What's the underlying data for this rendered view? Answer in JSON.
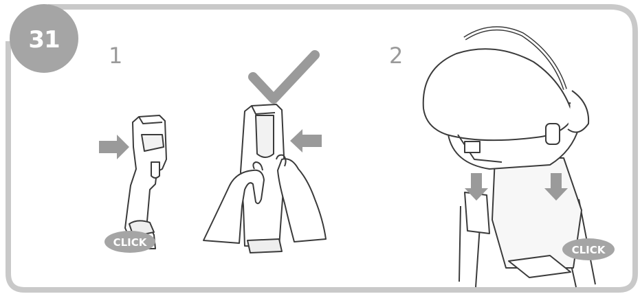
{
  "step": {
    "number": "31"
  },
  "substeps": [
    {
      "label": "1"
    },
    {
      "label": "2"
    }
  ],
  "callouts": {
    "click_left": "CLICK",
    "click_right": "CLICK"
  },
  "colors": {
    "frame": "#c9c9c9",
    "badge": "#a5a5a5",
    "arrow": "#9a9a9a",
    "line": "#3a3a3a",
    "badge_text": "#ffffff"
  },
  "icons": [
    "checkmark-icon",
    "push-arrow-icon",
    "down-arrow-icon"
  ]
}
